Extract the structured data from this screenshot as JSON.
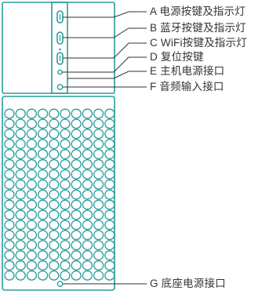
{
  "colors": {
    "outline": "#2a9d9a",
    "text": "#333333",
    "background": "#ffffff"
  },
  "grille": {
    "rows": 17,
    "columns": 10
  },
  "callouts": [
    {
      "id": "A",
      "text": "A 电源按键及指示灯"
    },
    {
      "id": "B",
      "text": "B 蓝牙按键及指示灯"
    },
    {
      "id": "C",
      "text": "C WiFi按键及指示灯"
    },
    {
      "id": "D",
      "text": "D 复位按键"
    },
    {
      "id": "E",
      "text": "E 主机电源接口"
    },
    {
      "id": "F",
      "text": "F 音频输入接口"
    },
    {
      "id": "G",
      "text": "G 底座电源接口"
    }
  ]
}
